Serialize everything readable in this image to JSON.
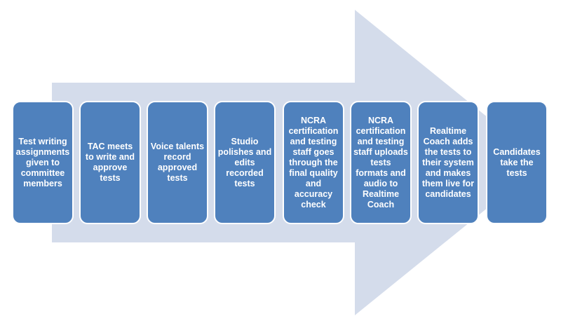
{
  "colors": {
    "arrow_fill": "#d4dceb",
    "box_fill": "#4f81bd",
    "box_border": "#ffffff",
    "text": "#ffffff"
  },
  "steps": [
    {
      "label": "Test writing assignments given to committee members"
    },
    {
      "label": "TAC meets to write and approve tests"
    },
    {
      "label": "Voice talents record approved tests"
    },
    {
      "label": "Studio polishes and edits recorded tests"
    },
    {
      "label": "NCRA certification and testing staff goes through the final quality and accuracy check"
    },
    {
      "label": "NCRA certification and testing staff uploads tests formats and audio to Realtime Coach"
    },
    {
      "label": "Realtime Coach adds the tests to their system and makes them live for candidates"
    },
    {
      "label": "Candidates take the tests"
    }
  ]
}
